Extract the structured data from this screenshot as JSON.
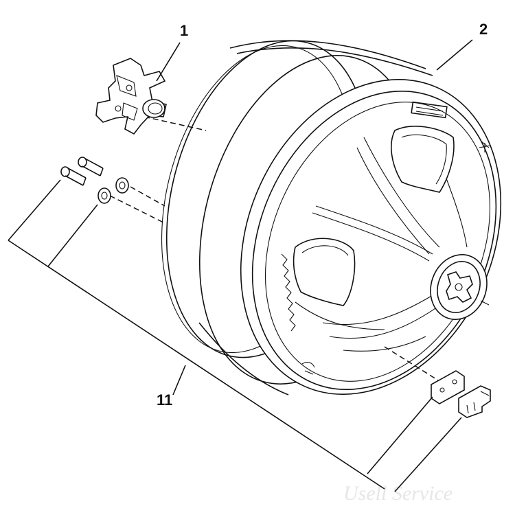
{
  "labels": {
    "part_1": "1",
    "part_2": "2",
    "part_11": "11"
  },
  "watermark": "Usell Service",
  "colors": {
    "line": "#111111",
    "background": "#ffffff",
    "watermark": "#e6e6e6"
  }
}
